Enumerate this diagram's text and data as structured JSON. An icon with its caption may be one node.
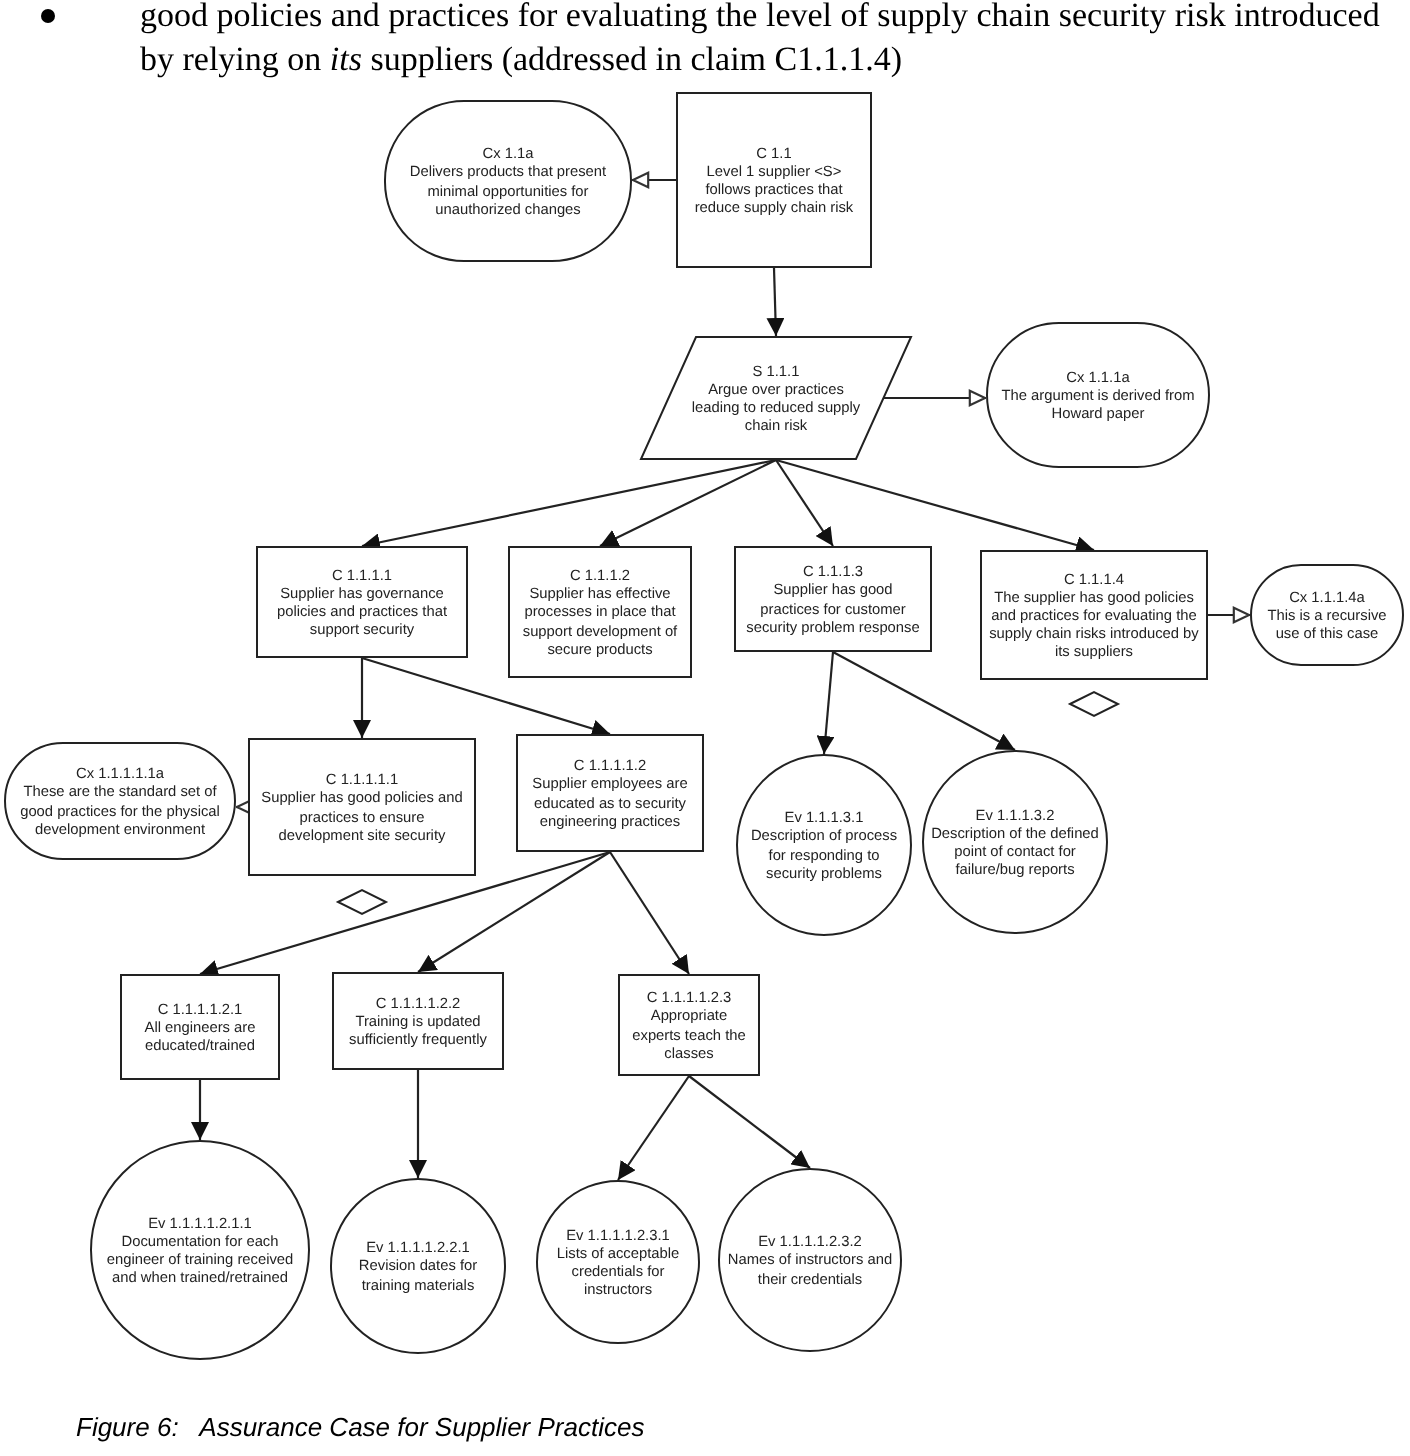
{
  "diagram": {
    "caption": "Figure 6:   Assurance Case for Supplier Practices",
    "nodes": [
      {
        "text": [
          "C 1.1",
          "Level 1 supplier <S> follows practices that reduce supply chain risk"
        ]
      },
      {
        "text": [
          "Cx 1.1a",
          "Delivers products that present minimal opportunities for unauthorized changes"
        ]
      },
      {
        "text": [
          "S 1.1.1",
          "Argue over practices leading to reduced supply chain risk"
        ]
      },
      {
        "text": [
          "Cx 1.1.1a",
          "The argument is derived from Howard paper"
        ]
      },
      {
        "text": [
          "C 1.1.1.1",
          "Supplier has governance policies and practices that support security"
        ]
      },
      {
        "text": [
          "C 1.1.1.2",
          "Supplier has effective processes in place that support development of secure products"
        ]
      },
      {
        "text": [
          "C 1.1.1.3",
          "Supplier has good practices for customer security problem response"
        ]
      },
      {
        "text": [
          "C 1.1.1.4",
          "The supplier has good policies and practices for evaluating the supply chain risks introduced by its suppliers"
        ]
      },
      {
        "text": [
          "Cx 1.1.1.4a",
          "This is a recursive use of this case"
        ]
      },
      {
        "text": [
          "Cx 1.1.1.1.1a",
          "These are the standard set of good practices for the physical development environment"
        ]
      },
      {
        "text": [
          "C 1.1.1.1.1",
          "Supplier has good policies and practices to ensure development site security"
        ]
      },
      {
        "text": [
          "C 1.1.1.1.2",
          "Supplier employees are educated as to security engineering practices"
        ]
      },
      {
        "text": [
          "Ev 1.1.1.3.1",
          "Description of process for responding to security problems"
        ]
      },
      {
        "text": [
          "Ev 1.1.1.3.2",
          "Description of the defined point of contact for failure/bug reports"
        ]
      },
      {
        "text": [
          "C 1.1.1.1.2.1",
          "All engineers are educated/trained"
        ]
      },
      {
        "text": [
          "C 1.1.1.1.2.2",
          "Training is updated sufficiently frequently"
        ]
      },
      {
        "text": [
          "C 1.1.1.1.2.3",
          "Appropriate experts teach the classes"
        ]
      },
      {
        "text": [
          "Ev 1.1.1.1.2.1.1",
          "Documentation for each engineer of training received and when trained/retrained"
        ]
      },
      {
        "text": [
          "Ev 1.1.1.1.2.2.1",
          "Revision dates for training materials"
        ]
      },
      {
        "text": [
          "Ev 1.1.1.1.2.3.1",
          "Lists of acceptable credentials for instructors"
        ]
      },
      {
        "text": [
          "Ev 1.1.1.1.2.3.2",
          "Names of instructors and their credentials"
        ]
      }
    ],
    "edges": [
      {
        "from": 0,
        "to": 1,
        "arrow": "to"
      },
      {
        "from": 0,
        "to": 2,
        "arrow": "to"
      },
      {
        "from": 2,
        "to": 3,
        "arrow": "to"
      },
      {
        "from": 2,
        "to": 4,
        "arrow": "to"
      },
      {
        "from": 2,
        "to": 5,
        "arrow": "to"
      },
      {
        "from": 2,
        "to": 6,
        "arrow": "to"
      },
      {
        "from": 2,
        "to": 7,
        "arrow": "to"
      },
      {
        "from": 7,
        "to": 8,
        "arrow": "to"
      },
      {
        "from": 4,
        "to": 10,
        "arrow": "to"
      },
      {
        "from": 4,
        "to": 11,
        "arrow": "to"
      },
      {
        "from": 10,
        "to": 9,
        "arrow": "to"
      },
      {
        "from": 6,
        "to": 12,
        "arrow": "to"
      },
      {
        "from": 6,
        "to": 13,
        "arrow": "to"
      },
      {
        "from": 11,
        "to": 14,
        "arrow": "to"
      },
      {
        "from": 11,
        "to": 15,
        "arrow": "to"
      },
      {
        "from": 11,
        "to": 16,
        "arrow": "to"
      },
      {
        "from": 14,
        "to": 17,
        "arrow": "to"
      },
      {
        "from": 15,
        "to": 18,
        "arrow": "to"
      },
      {
        "from": 16,
        "to": 19,
        "arrow": "to"
      },
      {
        "from": 16,
        "to": 20,
        "arrow": "to"
      }
    ],
    "labels": [
      "good policies and practices for evaluating the level of supply chain security risk introduced by relying on *its* suppliers (addressed in claim C1.1.1.4)"
    ]
  }
}
